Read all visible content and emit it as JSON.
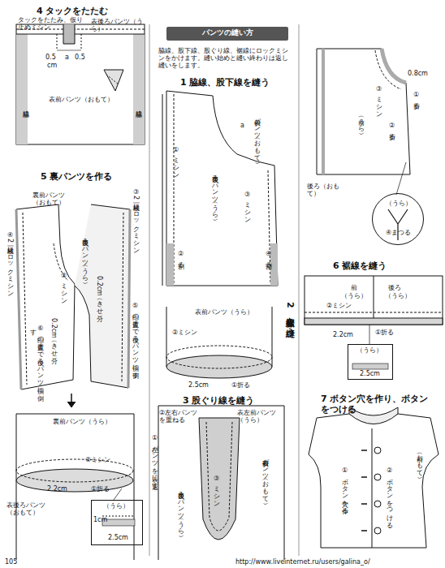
{
  "diagram": {
    "nodes": [
      {
        "text": [
          "（うら）",
          "1cm",
          "2.5cm"
        ]
      },
      {
        "text": [
          "パンツの縫い方"
        ]
      },
      {
        "text": [
          "（うら）",
          "④まつる"
        ]
      },
      {
        "text": [
          "（うら）",
          "2.5cm"
        ]
      }
    ],
    "labels": [
      "4 タックをたたむ",
      "タックをたたみ、仮り止めミシン",
      "表後ろパンツ（うら）",
      "0.5",
      "a",
      "0.5",
      "cm",
      "表前パンツ（おもて）",
      "脇線",
      "脇線",
      "5 裏パンツを作る",
      "裏前パンツ（おもて）",
      "④2枚一緒にロックミシン",
      "裏後ろパンツ（うら）",
      "②ミシン",
      "0.2cm（きせ分）",
      "0.2cm（きせ分）",
      "③2枚一緒にロックミシン",
      "⑤印の位置まで後ろパンツ側に倒す",
      "⑥印の位置まで後ろパンツ側に倒す",
      "裏前パンツ（うら）",
      "②ミシン",
      "2.2cm",
      "①折る",
      "表後ろパンツ（おもて）",
      "脇線、股下線、股ぐり線、裾線にロックミシンをかけます。縫い始めと縫い終わりは返し縫いをします。",
      "1 脇線、股下線を縫う",
      "表前パンツ（おもて）",
      "a",
      "①ミシン",
      "裏後ろパンツ（うら）",
      "③ミシン",
      "②割る",
      "④割る",
      "2 裾線を縫う",
      "表前パンツ（うら）",
      "②ミシン",
      "2.5cm",
      "①折る",
      "3 股ぐり線を縫う",
      "②左右パンツを重ねる",
      "表左前パンツ（うら）",
      "①左パンツを表に返す",
      "裏後ろパンツ（うら）",
      "③ミシン",
      "表右前パンツ（おもて）",
      "前（うら）",
      "③ミシン",
      "0.8cm",
      "①折る",
      "②折る",
      "後ろ（おもて）",
      "6 裾線を縫う",
      "前",
      "後ろ",
      "（うら）",
      "（うら）",
      "②ミシン",
      "2.2cm",
      "①折る",
      "7 ボタン穴を作り、ボタンをつける",
      "前（おもて）",
      "①ボタン穴を作る",
      "②ボタンをつける",
      "105",
      "http://www.liveinternet.ru/users/galina_o/"
    ]
  }
}
